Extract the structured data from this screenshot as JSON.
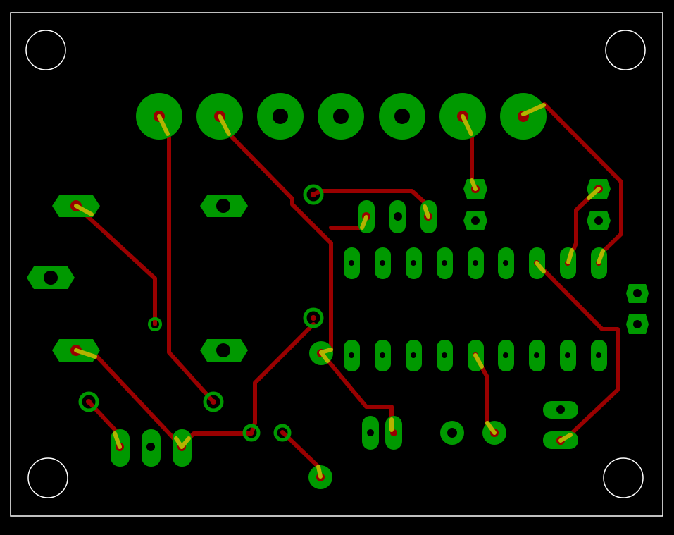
{
  "colors": {
    "background": "#000000",
    "outline": "#ffffff",
    "copper": "#009900",
    "trace": "#990000",
    "via_drill": "#990000",
    "highlight": "#b3b300"
  },
  "board": {
    "name": "pcb-layout",
    "mounting_holes": 4,
    "components": [
      "terminal-block-7-pin",
      "ic-dip-18",
      "trimmer-3-pin",
      "potentiometer-pads",
      "crystal-3-pin",
      "capacitor-2-pin",
      "connector-4-pin",
      "resistor-pads"
    ]
  }
}
